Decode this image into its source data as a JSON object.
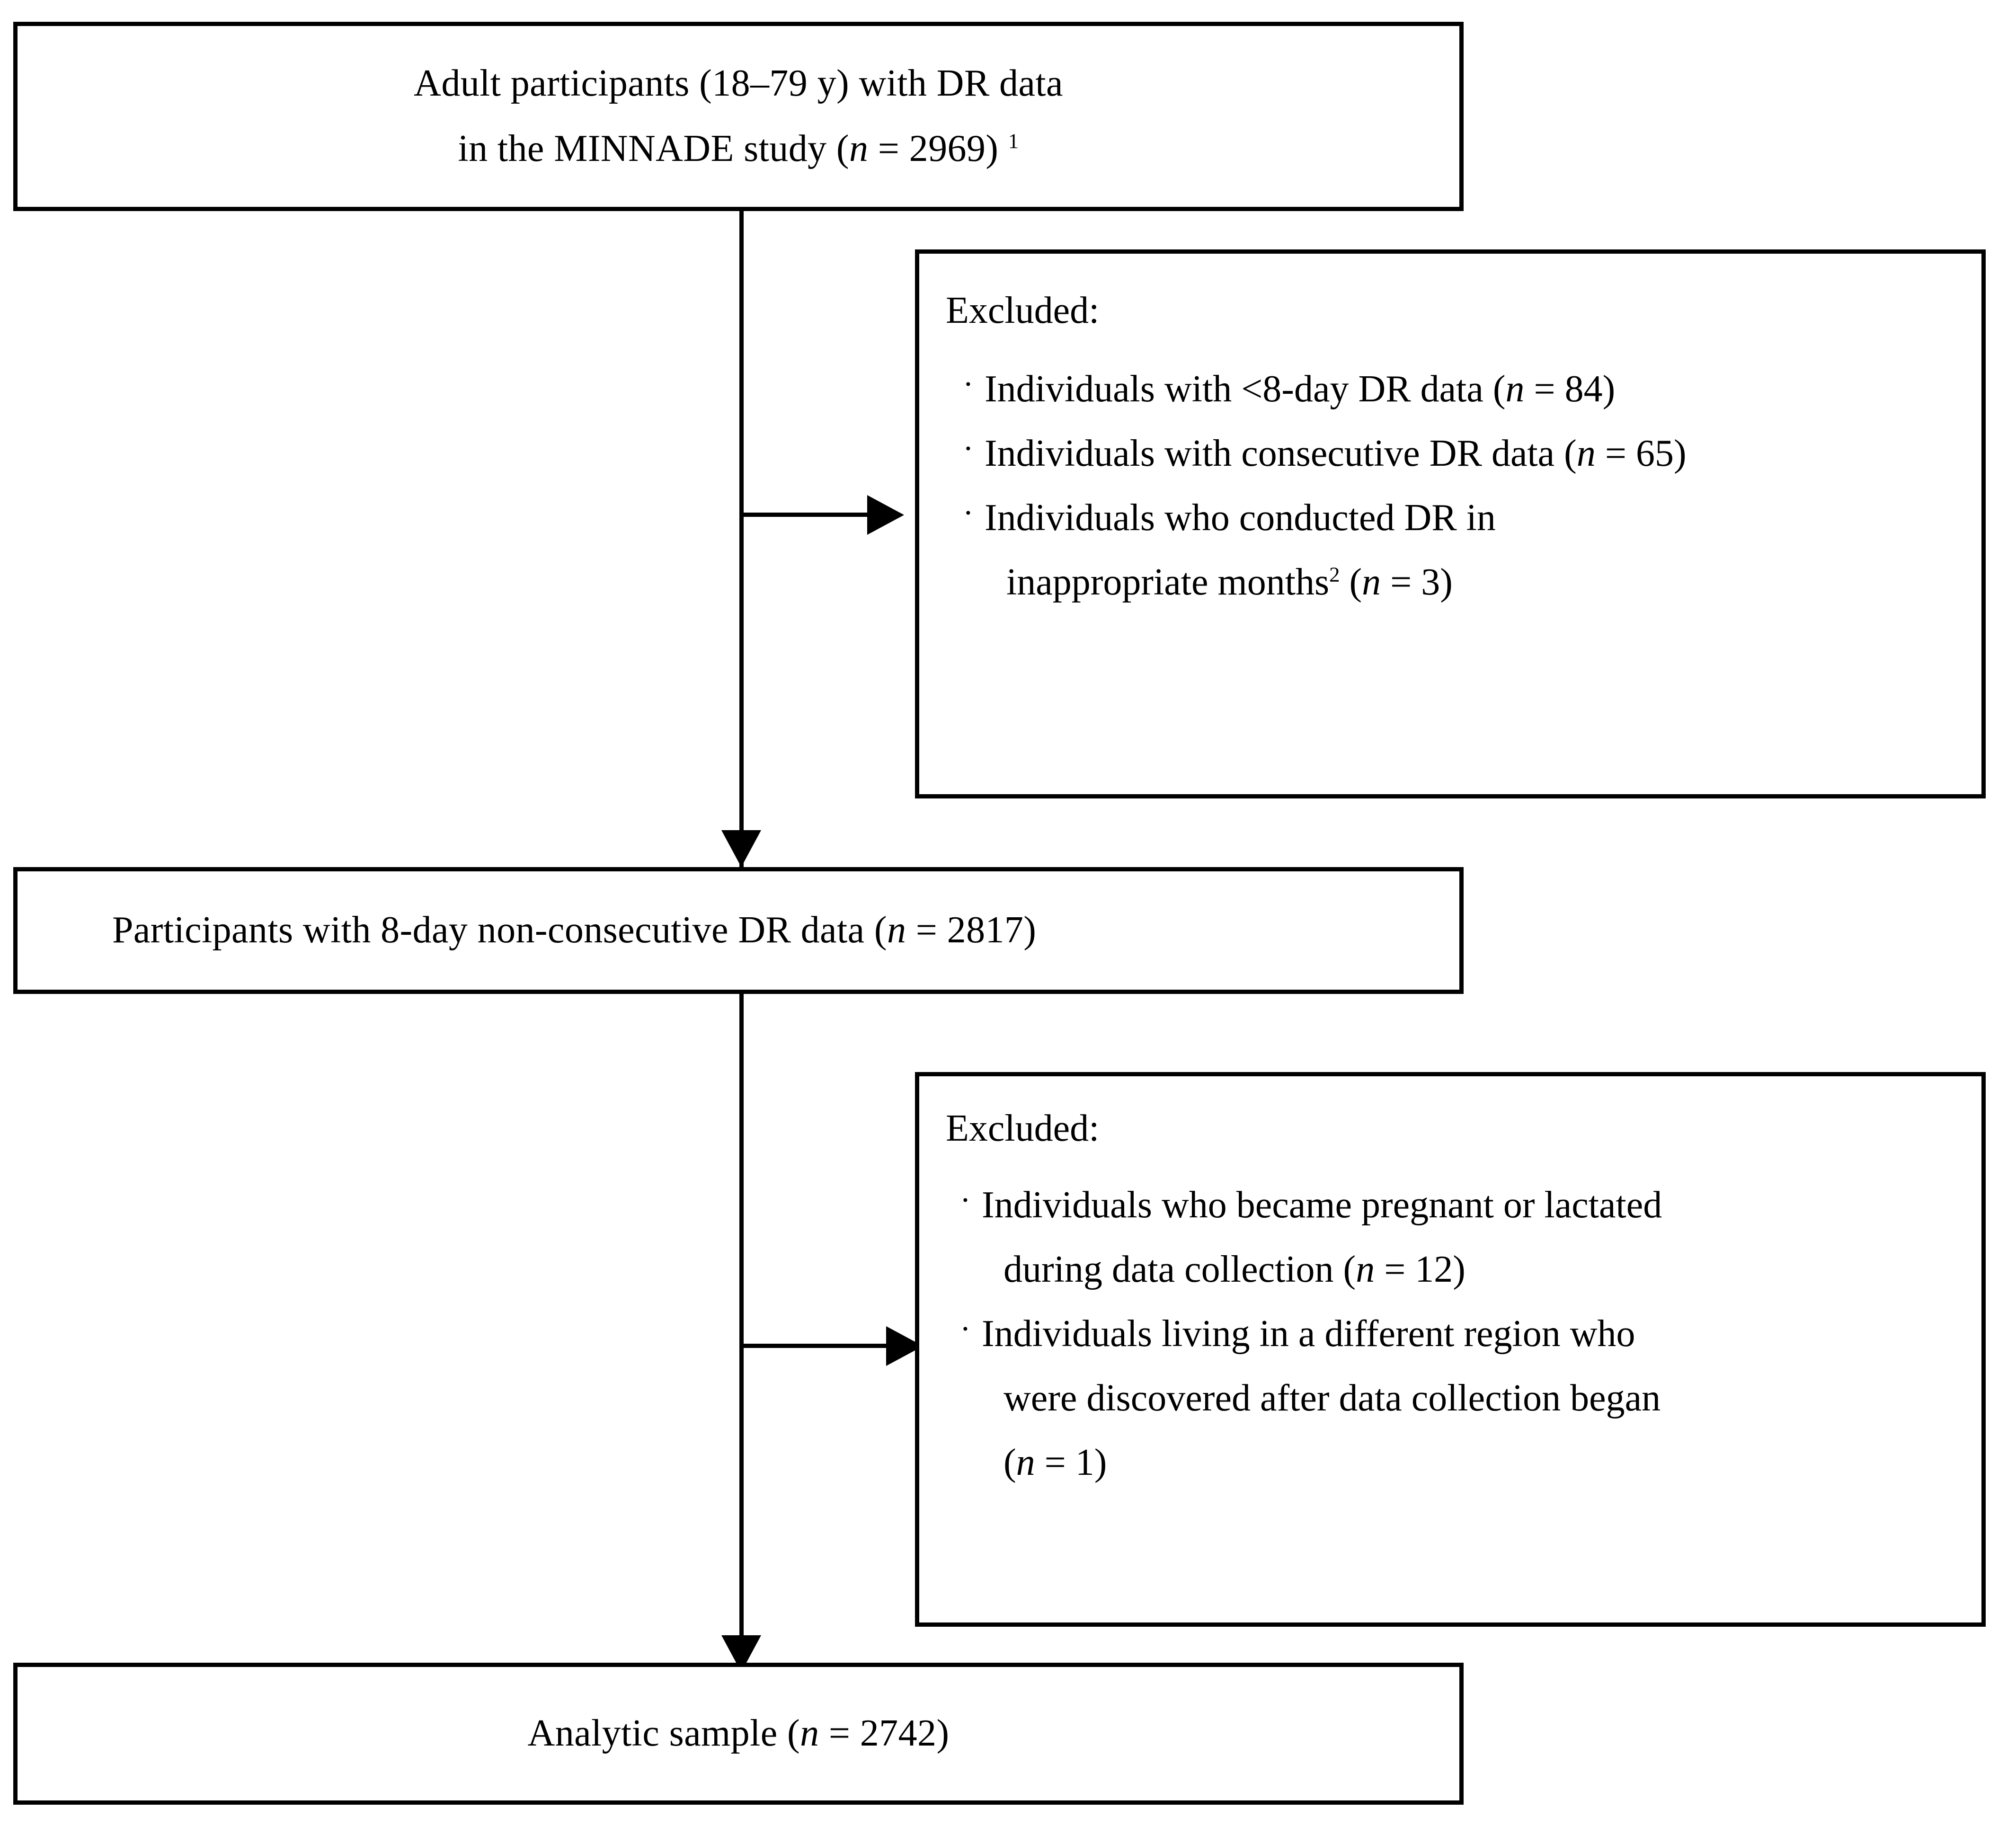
{
  "figure": {
    "type": "flowchart",
    "title": "Participant flow diagram",
    "orientation": "top-to-bottom"
  },
  "nodes": {
    "source": {
      "name": "source-population-box",
      "line1": "Adult participants (18–79 y) with DR data",
      "line2_prefix": "in the MINNADE study (",
      "line2_italic": "n",
      "line2_suffix": " = 2969)",
      "line2_footnote": "1",
      "n": 2969
    },
    "excluded_1": {
      "name": "excluded-box-1",
      "heading": "Excluded:",
      "bullets": [
        {
          "text_prefix": "Individuals with <8-day DR data (",
          "italic": "n",
          "text_suffix": " = 84)",
          "n": 84
        },
        {
          "text_prefix": "Individuals with consecutive DR data (",
          "italic": "n",
          "text_suffix": " = 65)",
          "n": 65
        },
        {
          "text_prefix": "Individuals who conducted DR in",
          "italic": "",
          "text_suffix": "",
          "n": 3
        }
      ],
      "bullet3_continuation_prefix": "inappropriate months",
      "bullet3_continuation_footnote": "2",
      "bullet3_continuation_mid": " (",
      "bullet3_continuation_italic": "n",
      "bullet3_continuation_suffix": " = 3)"
    },
    "intermediate": {
      "name": "intermediate-sample-box",
      "text_prefix": "Participants with 8-day non-consecutive DR data (",
      "italic": "n",
      "text_suffix": " = 2817)",
      "n": 2817
    },
    "excluded_2": {
      "name": "excluded-box-2",
      "heading": "Excluded:",
      "bullet1_line1": "Individuals who became pregnant or lactated",
      "bullet1_line2_prefix": "during data collection (",
      "bullet1_line2_italic": "n",
      "bullet1_line2_suffix": " = 12)",
      "bullet1_n": 12,
      "bullet2_line1": "Individuals living in a different region who",
      "bullet2_line2": "were discovered after data collection began",
      "bullet2_line3_prefix": "(",
      "bullet2_line3_italic": "n",
      "bullet2_line3_suffix": " = 1)",
      "bullet2_n": 1
    },
    "analytic": {
      "name": "analytic-sample-box",
      "text_prefix": "Analytic sample (",
      "italic": "n",
      "text_suffix": " = 2742)",
      "n": 2742
    }
  },
  "glyphs": {
    "bullet": "·"
  },
  "colors": {
    "stroke": "#000000",
    "background": "#ffffff",
    "text": "#000000"
  }
}
